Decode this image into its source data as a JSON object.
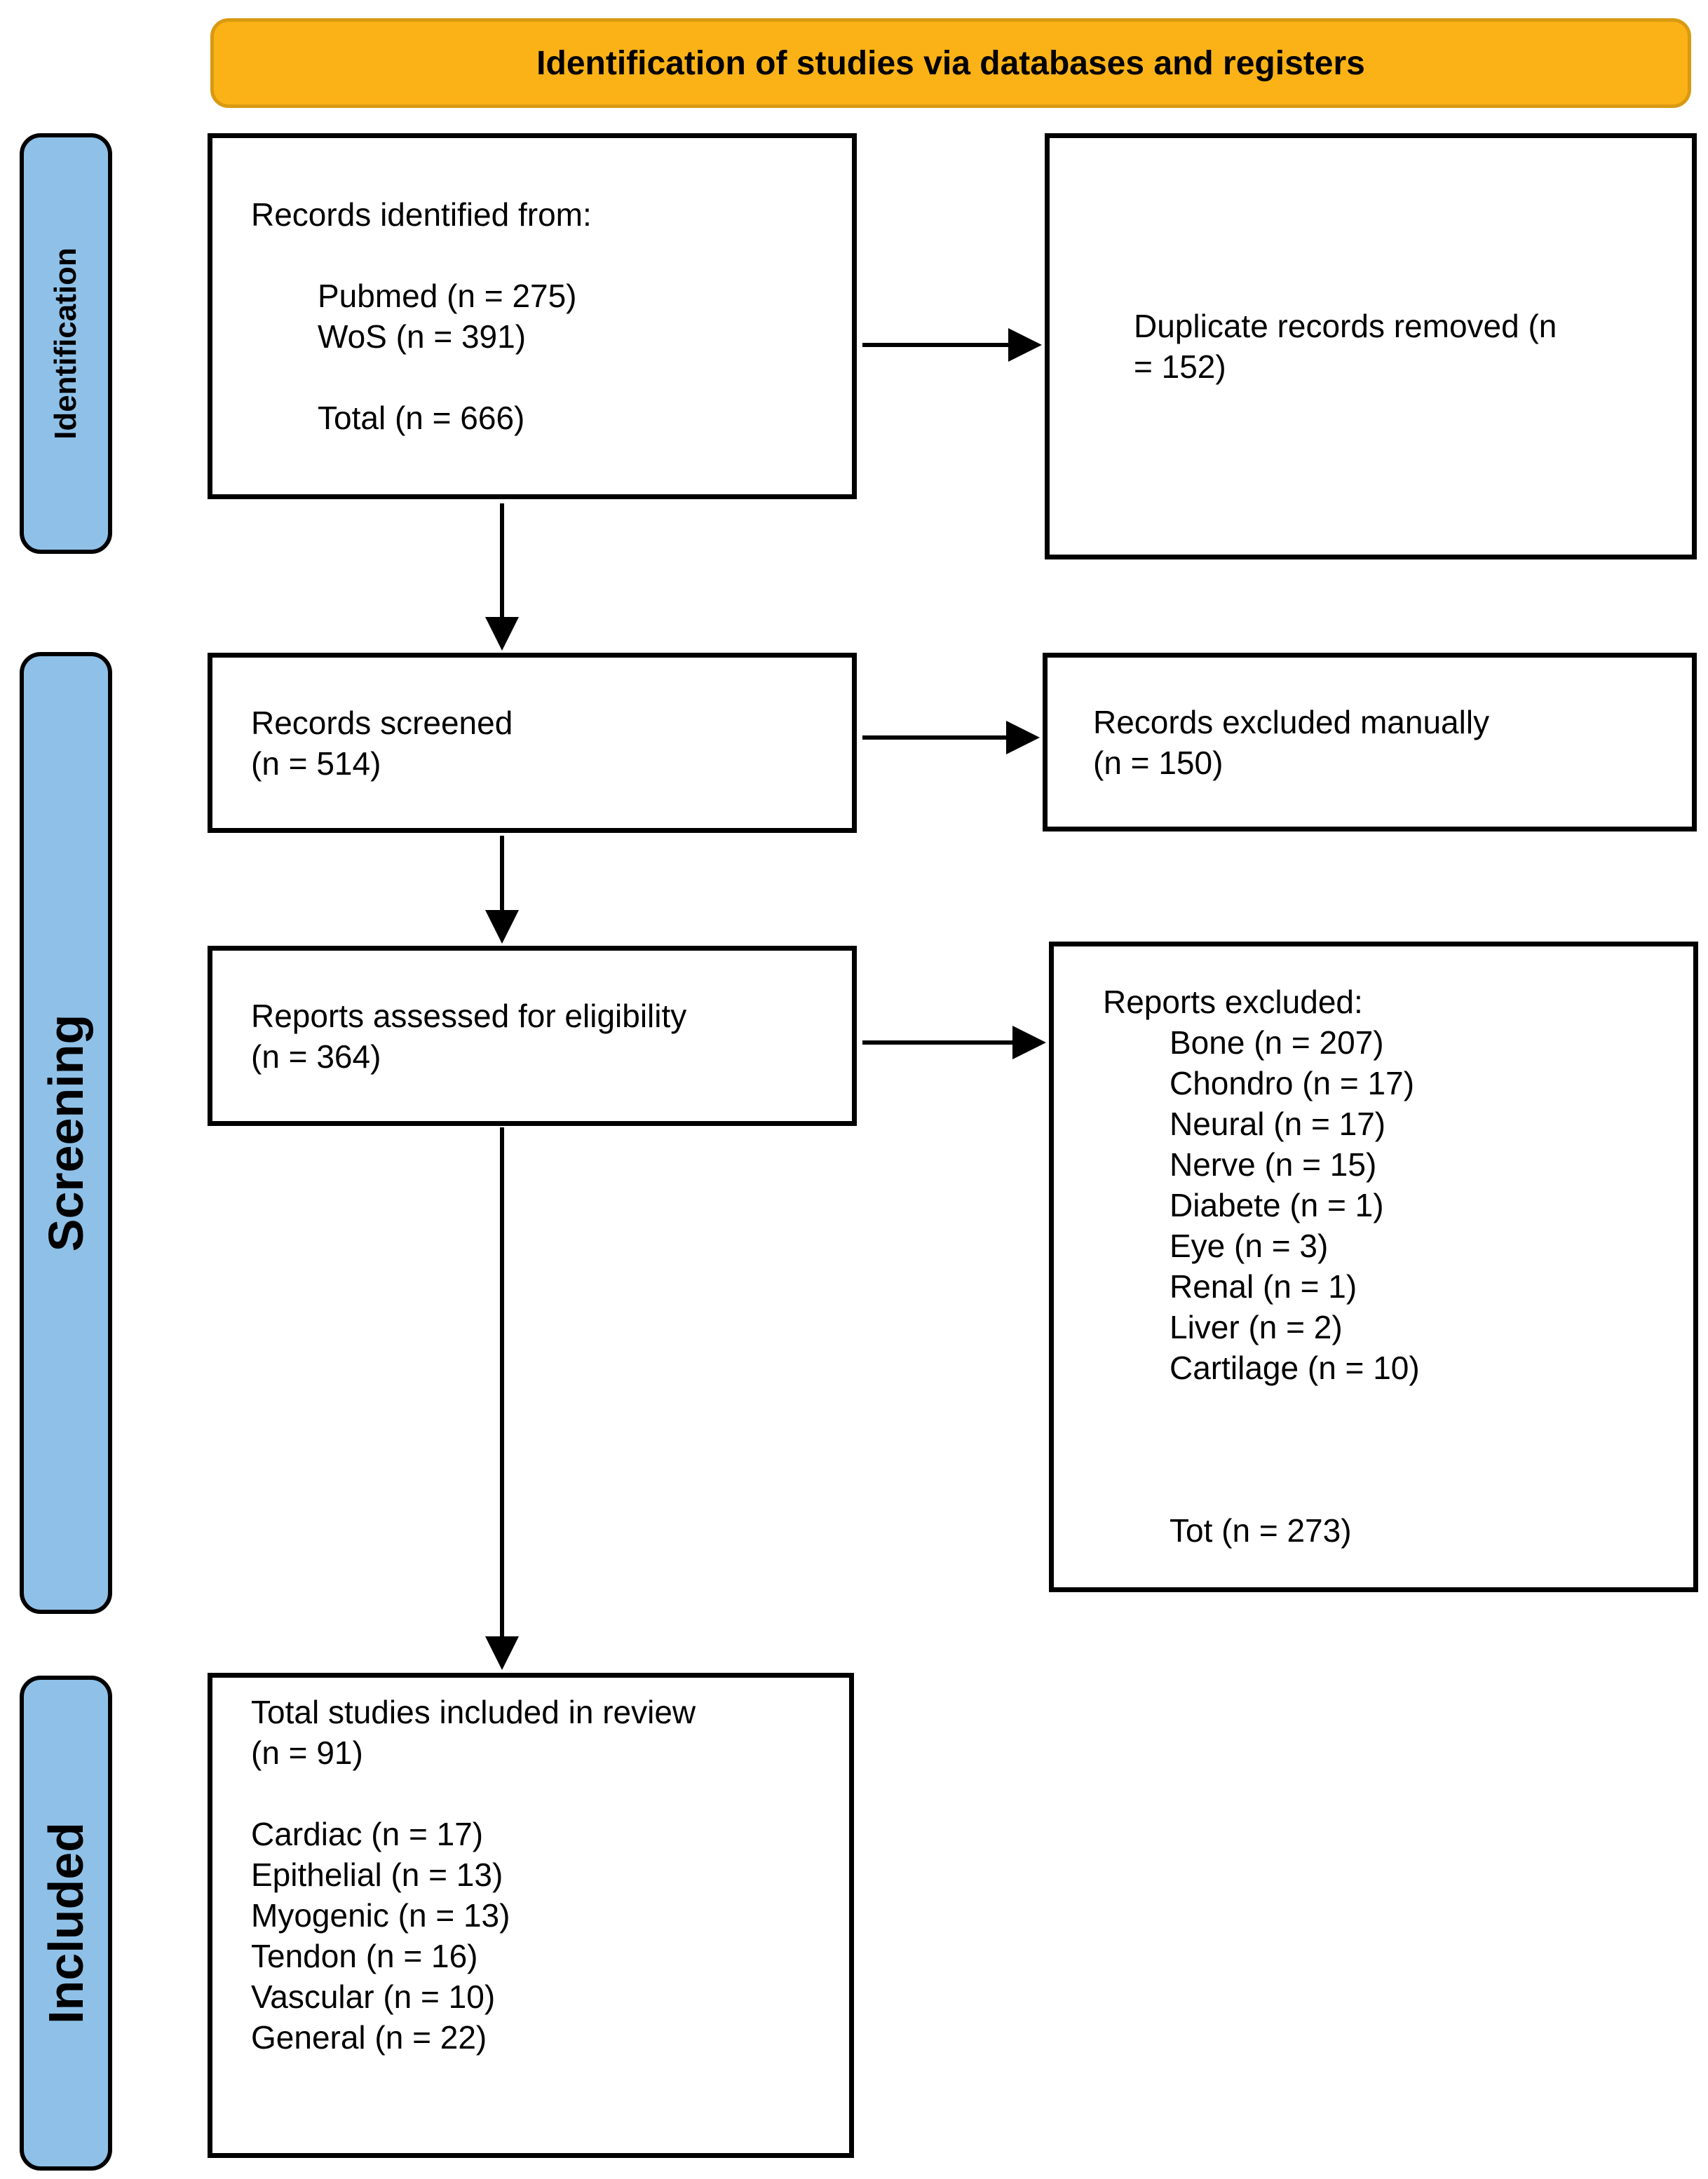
{
  "banner": {
    "label": "Identification of studies via databases and registers"
  },
  "colors": {
    "banner_bg": "#FBB216",
    "banner_border": "#D99A12",
    "stage_bg": "#8FC1E8",
    "stage_border": "#000000",
    "box_border": "#000000",
    "arrow": "#000000",
    "text": "#000000"
  },
  "stages": {
    "identification": "Identification",
    "screening": "Screening",
    "included": "Included"
  },
  "boxes": {
    "records_identified": {
      "lines": [
        "Records identified from:",
        "",
        "Pubmed (n = 275)",
        "WoS (n = 391)",
        "",
        "Total (n = 666)"
      ]
    },
    "duplicates_removed": {
      "lines": [
        "Duplicate records removed (n",
        "= 152)"
      ]
    },
    "records_screened": {
      "lines": [
        "Records screened",
        "(n = 514)"
      ]
    },
    "records_excluded": {
      "lines": [
        "Records excluded manually",
        "(n = 150)"
      ]
    },
    "reports_assessed": {
      "lines": [
        "Reports assessed for eligibility",
        "(n = 364)"
      ]
    },
    "reports_excluded": {
      "lines": [
        "Reports excluded:",
        "Bone (n = 207)",
        "Chondro (n = 17)",
        "Neural (n = 17)",
        "Nerve (n = 15)",
        "Diabete (n = 1)",
        "Eye (n = 3)",
        "Renal (n = 1)",
        "Liver (n = 2)",
        "Cartilage (n = 10)",
        "",
        "",
        "",
        "Tot (n = 273)"
      ]
    },
    "studies_included": {
      "lines": [
        "Total studies included in review",
        "(n = 91)",
        "",
        "Cardiac (n = 17)",
        "Epithelial (n = 13)",
        "Myogenic (n = 13)",
        "Tendon (n = 16)",
        "Vascular (n = 10)",
        "General (n = 22)"
      ]
    }
  }
}
